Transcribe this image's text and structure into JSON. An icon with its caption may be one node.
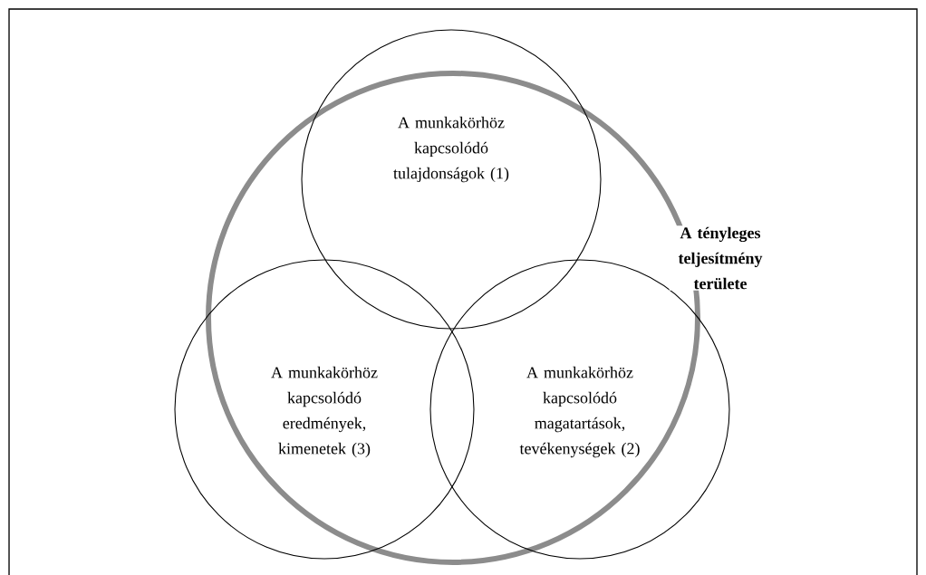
{
  "diagram": {
    "nodes": [
      {
        "text": [
          "A tényleges teljesítmény területe"
        ]
      },
      {
        "text": [
          "A munkakörhöz kapcsolódó tulajdonságok (1)"
        ]
      },
      {
        "text": [
          "A munkakörhöz kapcsolódó eredmények, kimenetek (3)"
        ]
      },
      {
        "text": [
          "A munkakörhöz kapcsolódó magatartások, tevékenységek (2)"
        ]
      }
    ]
  }
}
